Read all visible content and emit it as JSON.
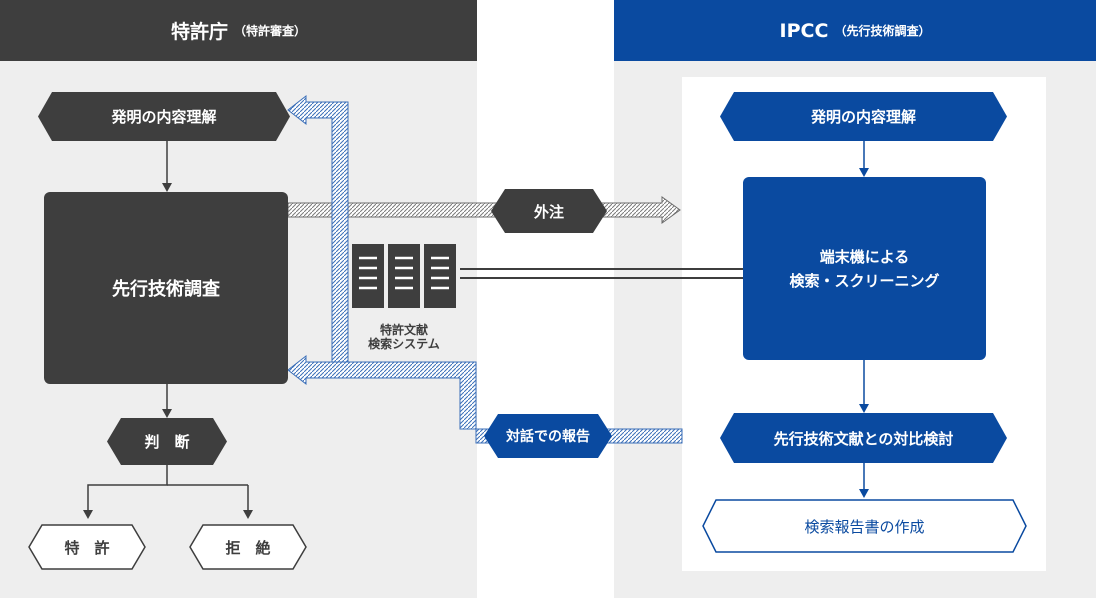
{
  "left": {
    "header_title": "特許庁",
    "header_sub": "（特許審査）",
    "step_understand": "発明の内容理解",
    "step_search": "先行技術調査",
    "step_judge": "判　断",
    "result_patent": "特　許",
    "result_reject": "拒　絶"
  },
  "right": {
    "header_title": "IPCC",
    "header_sub": "（先行技術調査）",
    "step_understand": "発明の内容理解",
    "step_screen_line1": "端末機による",
    "step_screen_line2": "検索・スクリーニング",
    "step_compare": "先行技術文献との対比検討",
    "step_report": "検索報告書の作成"
  },
  "middle": {
    "outsource": "外注",
    "dialog_report": "対話での報告",
    "system_line1": "特許文献",
    "system_line2": "検索システム"
  },
  "colors": {
    "dark": "#3e3e3e",
    "blue": "#0a4aa0",
    "panel": "#eeeeee"
  }
}
